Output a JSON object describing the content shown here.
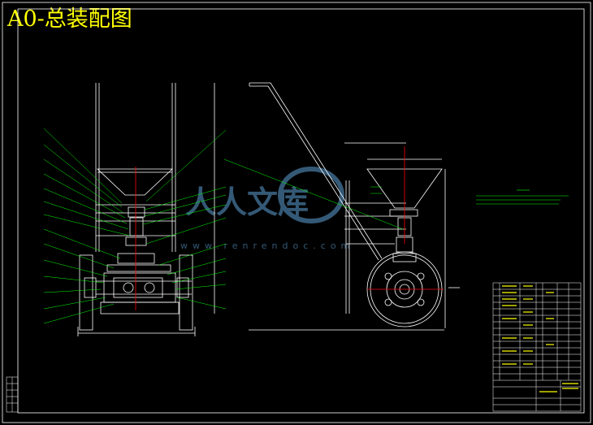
{
  "title": "A0-总装配图",
  "watermark": {
    "brand": "人人文库",
    "url": "www.renrendoc.com"
  },
  "colors": {
    "background": "#000000",
    "frame": "#ffffff",
    "geometry": "#ffffff",
    "leader": "#00ff00",
    "center": "#ff0000",
    "title_text": "#ffff00",
    "watermark": "#4a7fa8"
  }
}
